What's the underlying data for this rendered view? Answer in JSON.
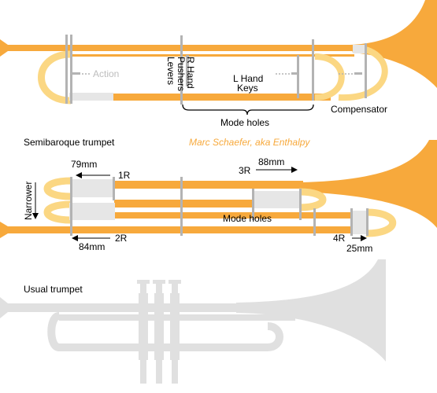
{
  "colors": {
    "tube": "#f7a93c",
    "slide": "#fbd783",
    "sleeve": "#e6e6e6",
    "marker": "#b3b3b3",
    "usual": "#e0e0e0",
    "text": "#000000",
    "author": "#f7a93c"
  },
  "top_diagram": {
    "action": "Action",
    "r_hand": "R Hand",
    "pushers": "Pushers",
    "levers": "Levers",
    "l_hand": "L Hand",
    "keys": "Keys",
    "mode_holes": "Mode holes",
    "compensator": "Compensator"
  },
  "semibaroque_title": "Semibaroque trumpet",
  "author": "Marc Schaefer, aka Enthalpy",
  "middle_diagram": {
    "m79": "79mm",
    "r1": "1R",
    "r3": "3R",
    "m88": "88mm",
    "narrower": "Narrower",
    "mode_holes": "Mode holes",
    "r2": "2R",
    "m84": "84mm",
    "r4": "4R",
    "m25": "25mm"
  },
  "usual_title": "Usual trumpet"
}
